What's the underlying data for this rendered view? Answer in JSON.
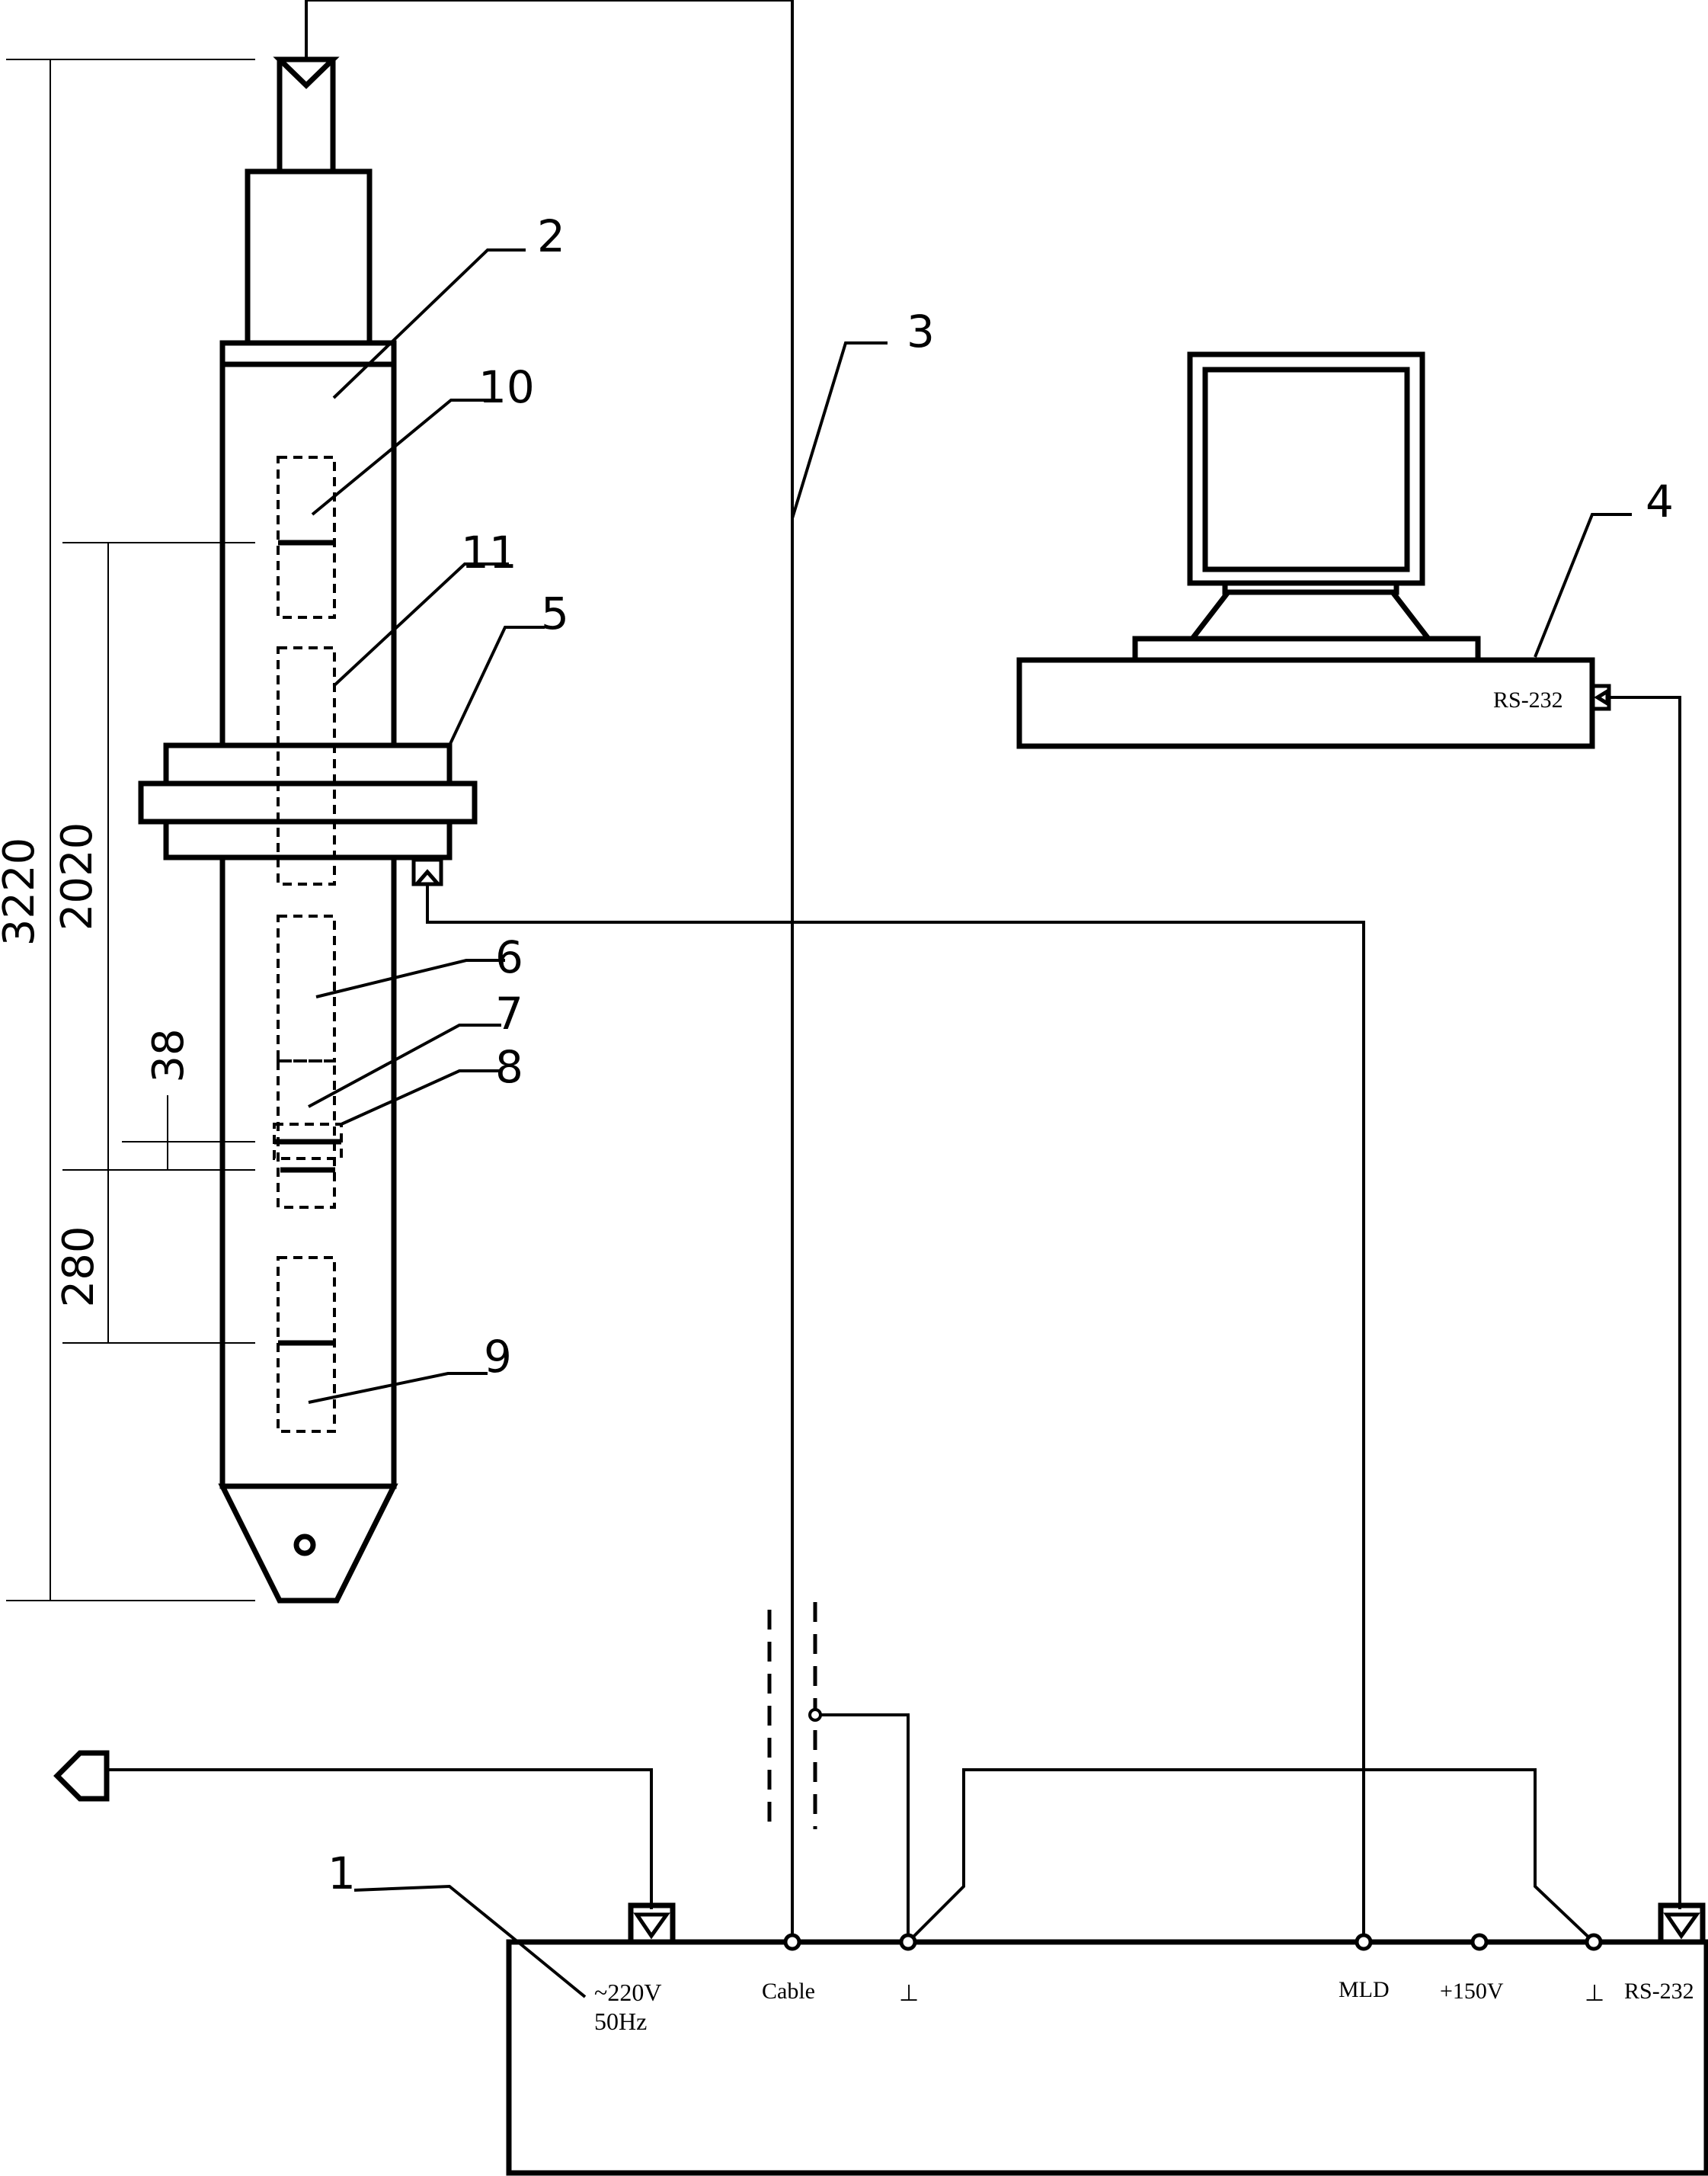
{
  "callouts": {
    "c1": "1",
    "c2": "2",
    "c3": "3",
    "c4": "4",
    "c5": "5",
    "c6": "6",
    "c7": "7",
    "c8": "8",
    "c9": "9",
    "c10": "10",
    "c11": "11"
  },
  "dimensions": {
    "total": "3220",
    "upper": "2020",
    "gap": "38",
    "lower": "280"
  },
  "control_panel": {
    "power_line1": "~220V",
    "power_line2": "50Hz",
    "cable": "Cable",
    "ground1": "⊥",
    "mld": "MLD",
    "plus150": "+150V",
    "ground2": "⊥",
    "rs232": "RS-232"
  },
  "computer": {
    "port_label": "RS-232"
  }
}
